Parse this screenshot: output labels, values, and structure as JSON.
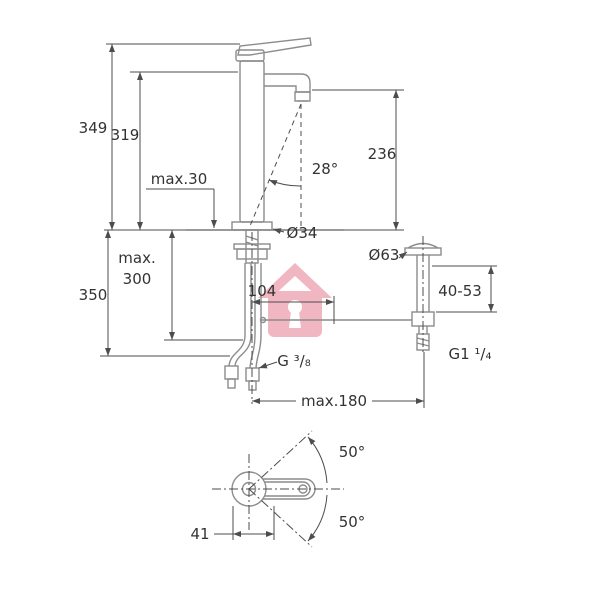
{
  "colors": {
    "draw": "#8c8c8c",
    "line": "#4d4d4d",
    "text": "#333333",
    "watermark": "#e0607a"
  },
  "drawing": {
    "labels": {
      "h349": "349",
      "h319": "319",
      "max30": "max.30",
      "angle28": "28°",
      "h236": "236",
      "dia34": "Ø34",
      "dia63": "Ø63",
      "max300_line1": "max.",
      "max300_line2": "300",
      "h350": "350",
      "w104": "104",
      "range40_53": "40-53",
      "thread_g38": "G ³/₈",
      "thread_g114": "G1 ¹/₄",
      "max180": "max.180",
      "angle50_top": "50°",
      "angle50_bottom": "50°",
      "w41": "41"
    }
  }
}
